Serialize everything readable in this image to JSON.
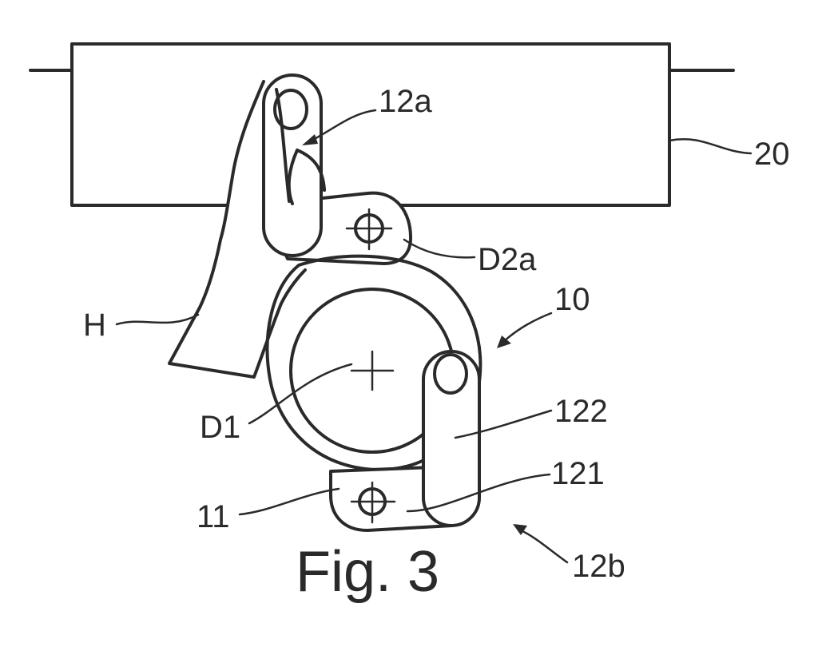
{
  "figure": {
    "caption": "Fig. 3"
  },
  "labels": {
    "part_12a": "12a",
    "part_20": "20",
    "axis_d2a": "D2a",
    "part_10": "10",
    "hand_h": "H",
    "axis_d1": "D1",
    "part_122": "122",
    "part_121": "121",
    "part_11": "11",
    "part_12b": "12b"
  }
}
